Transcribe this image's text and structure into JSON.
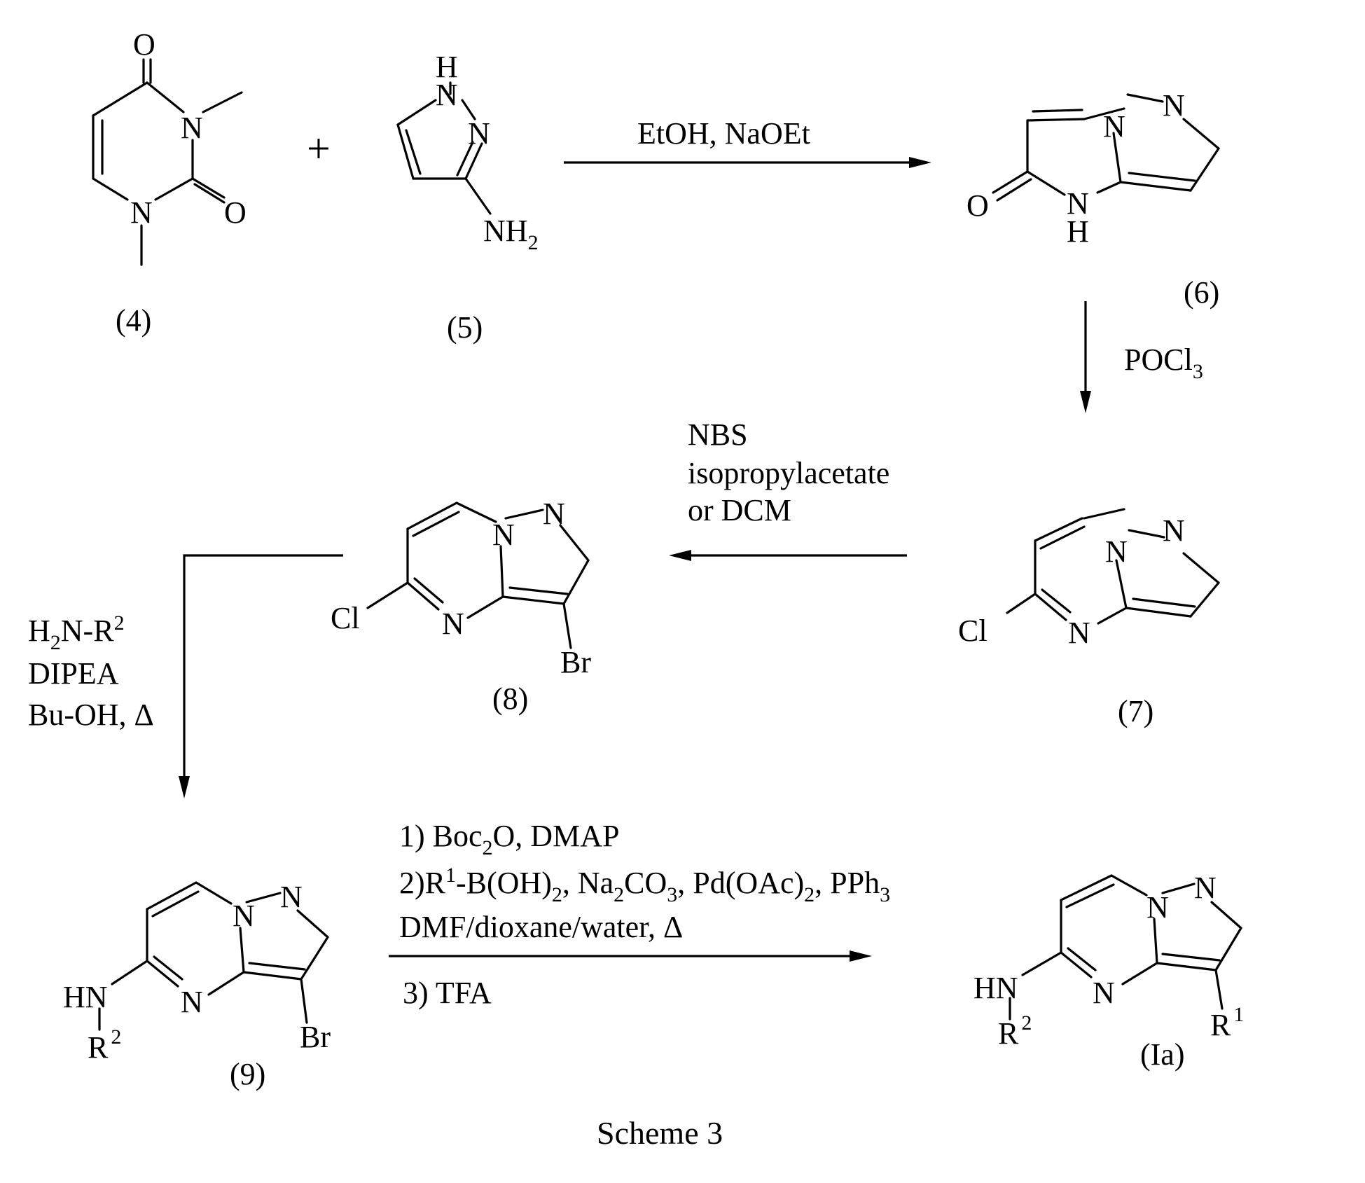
{
  "caption": "Scheme 3",
  "compounds": {
    "c4": {
      "label": "(4)"
    },
    "c5": {
      "label": "(5)"
    },
    "c6": {
      "label": "(6)"
    },
    "c7": {
      "label": "(7)"
    },
    "c8": {
      "label": "(8)"
    },
    "c9": {
      "label": "(9)"
    },
    "cIa": {
      "label": "(Ia)"
    }
  },
  "plus_sign": "+",
  "atoms": {
    "O": "O",
    "N": "N",
    "H": "H",
    "NH": "NH",
    "Cl": "Cl",
    "Br": "Br",
    "HN": "HN",
    "R": "R",
    "sub2": "2",
    "sup1": "1",
    "sup2": "2"
  },
  "reactions": {
    "step1": {
      "conditions": [
        "EtOH, NaOEt"
      ]
    },
    "step2": {
      "conditions": [
        "POCl",
        "3"
      ]
    },
    "step3": {
      "conditions": [
        "NBS",
        "isopropylacetate",
        "or DCM"
      ]
    },
    "step4": {
      "conditions": [
        "H",
        "2",
        "N-R",
        "2",
        "DIPEA",
        "Bu-OH, Δ"
      ]
    },
    "step5": {
      "line1": [
        "1) Boc",
        "2",
        "O, DMAP"
      ],
      "line2": [
        "2)R",
        "1",
        "-B(OH)",
        "2",
        ", Na",
        "2",
        "CO",
        "3",
        ", Pd(OAc)",
        "2",
        ", PPh",
        "3"
      ],
      "line3": "DMF/dioxane/water, Δ",
      "line4": "3) TFA"
    }
  }
}
